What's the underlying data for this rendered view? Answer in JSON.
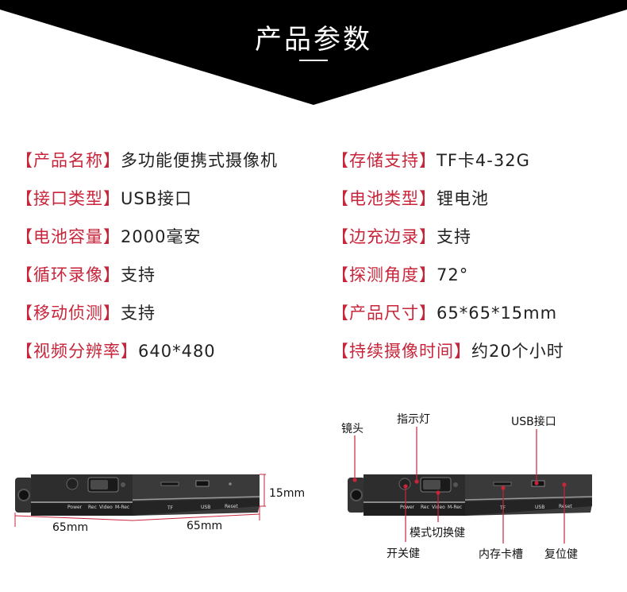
{
  "header": {
    "title": "产品参数"
  },
  "specs": {
    "left": [
      {
        "label": "【产品名称】",
        "value": "多功能便携式摄像机"
      },
      {
        "label": "【接口类型】",
        "value": "USB接口"
      },
      {
        "label": "【电池容量】",
        "value": "2000毫安"
      },
      {
        "label": "【循环录像】",
        "value": "支持"
      },
      {
        "label": "【移动侦测】",
        "value": "支持"
      },
      {
        "label": "【视频分辨率】",
        "value": "640*480"
      }
    ],
    "right": [
      {
        "label": "【存储支持】",
        "value": "TF卡4-32G"
      },
      {
        "label": "【电池类型】",
        "value": "锂电池"
      },
      {
        "label": "【边充边录】",
        "value": "支持"
      },
      {
        "label": "【探测角度】",
        "value": "72°"
      },
      {
        "label": "【产品尺寸】",
        "value": "65*65*15mm"
      },
      {
        "label": "【持续摄像时间】",
        "value": "约20个小时"
      }
    ]
  },
  "device_text": {
    "power": "Power",
    "rec": "Rec",
    "video": "Video",
    "mrec": "M-Rec",
    "tf": "TF",
    "usb": "USB",
    "reset": "Reset"
  },
  "dimensions": {
    "width": "65mm",
    "depth": "65mm",
    "height": "15mm"
  },
  "callouts": {
    "lens": "镜头",
    "indicator": "指示灯",
    "usb_port": "USB接口",
    "mode_switch": "模式切换健",
    "power_key": "开关健",
    "card_slot": "内存卡槽",
    "reset_key": "复位健"
  },
  "colors": {
    "accent": "#c8243a",
    "banner": "#000000",
    "text": "#222222"
  }
}
